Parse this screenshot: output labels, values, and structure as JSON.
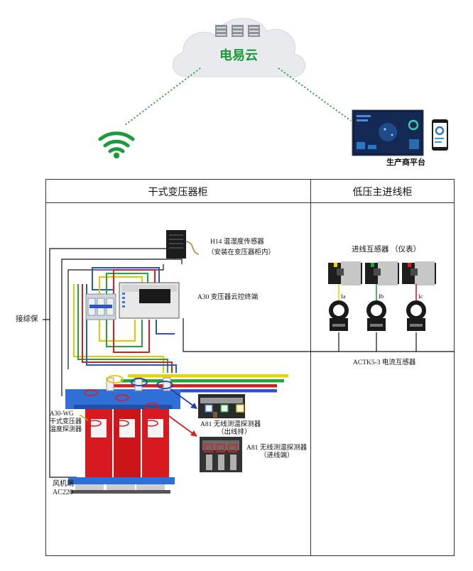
{
  "cloud": {
    "label": "电易云"
  },
  "platform": {
    "label": "生产商平台"
  },
  "headers": {
    "left": "干式变压器柜",
    "right": "低压主进线柜"
  },
  "labels": {
    "h14_line1": "H14 温湿度传感器",
    "h14_line2": "（安装在变压器柜内）",
    "a30_terminal": "A30 变压器云控终端",
    "ground": "接综保",
    "a30wg_line1": "A30-WG",
    "a30wg_line2": "干式变压器",
    "a30wg_line3": "温度探测器",
    "fan_line1": "风机端",
    "fan_line2": "AC220",
    "a81_out_line1": "A81 无线测温探测器",
    "a81_out_line2": "（出线排）",
    "a81_in_line1": "A81 无线测温探测器",
    "a81_in_line2": "（进线端）",
    "ct_meter": "进线互感器 （仪表）",
    "ct_model": "ACTK5-3 电流互感器",
    "phase_a": "Ia",
    "phase_b": "Ib",
    "phase_c": "Ic"
  },
  "colors": {
    "cloud_text": "#1a9b3a",
    "wifi": "#1a9b3a",
    "dotted_link": "#2e9e3e",
    "transformer_red": "#d8191f",
    "bus_blue": "#2a55c8",
    "phase_yellow": "#e8d400",
    "phase_green": "#1fa53a",
    "phase_red": "#d81e1e"
  }
}
